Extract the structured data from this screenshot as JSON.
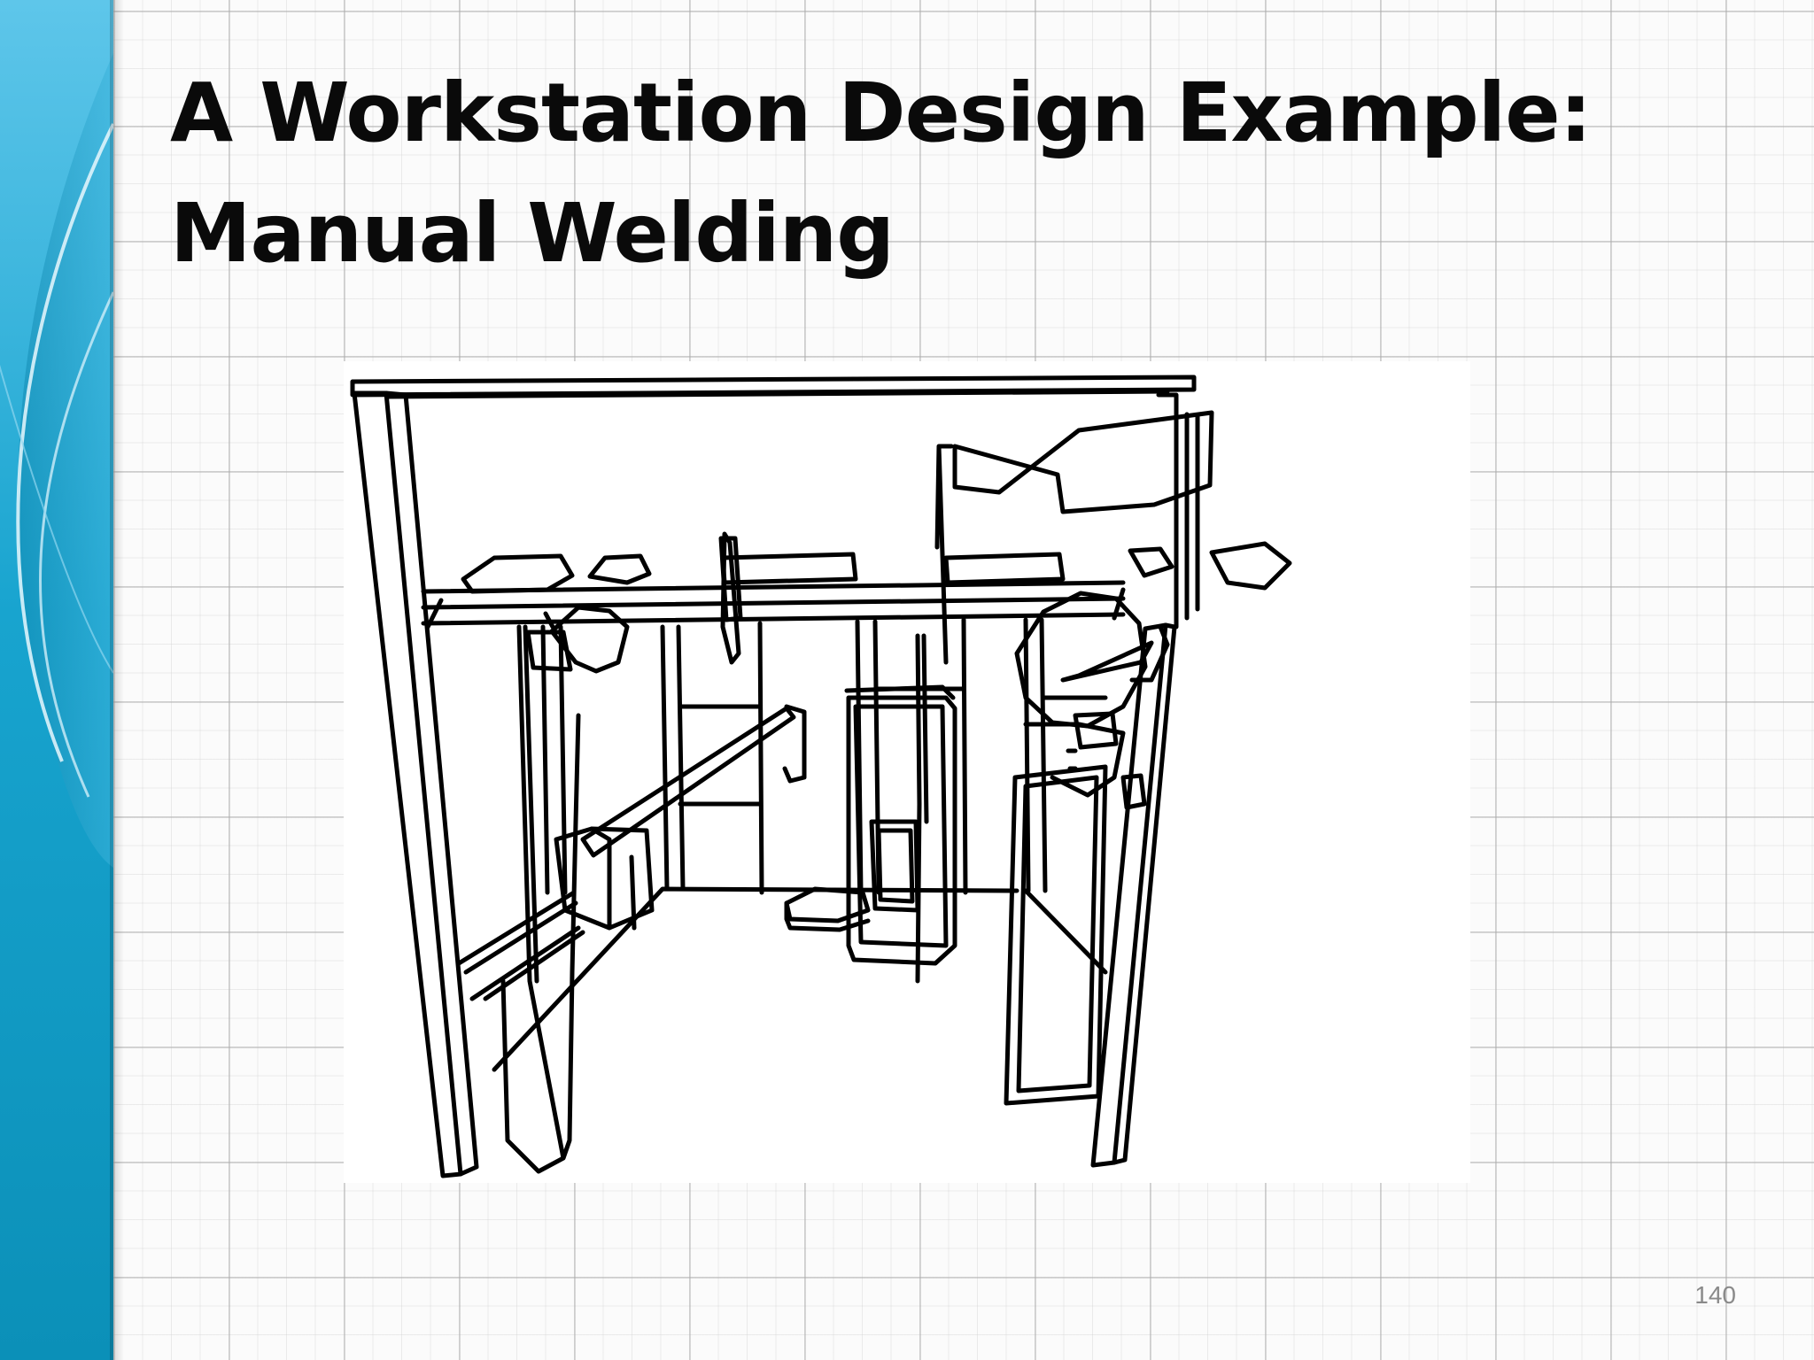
{
  "slide": {
    "title_line1": "A Workstation Design Example:",
    "title_line2": "Manual Welding",
    "page_number": "140"
  },
  "figure": {
    "icon": "welding-workstation-line-drawing"
  },
  "colors": {
    "band_dark": "#0a8cb4",
    "band_light": "#4ec0e6",
    "title_text": "#0a0a0a",
    "page_number_text": "#8a8a8a",
    "grid_line": "#c8c8c8"
  }
}
